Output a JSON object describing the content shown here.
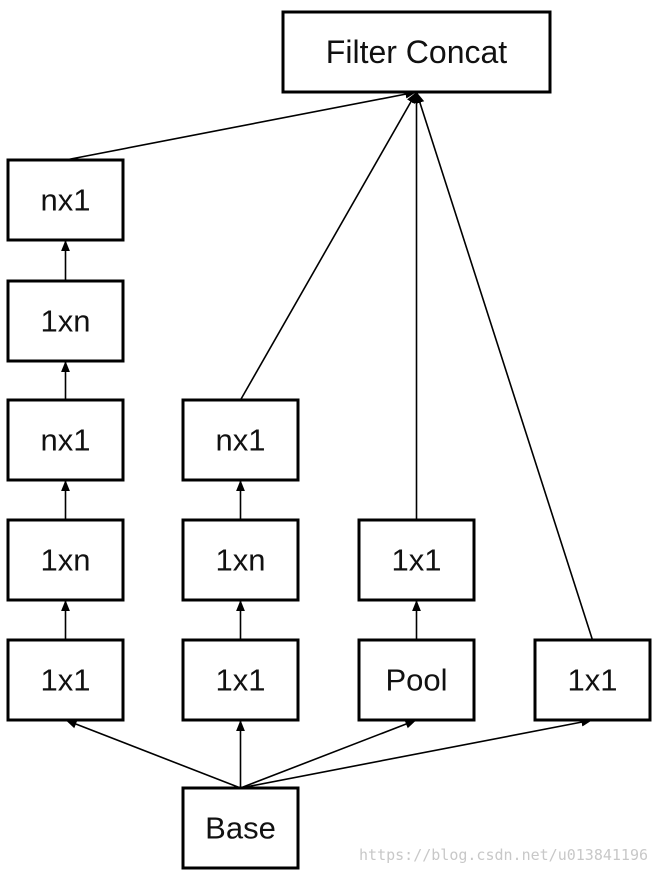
{
  "nodes": {
    "concat": {
      "label": "Filter Concat"
    },
    "base": {
      "label": "Base"
    },
    "b1_conv1x1": {
      "label": "1x1"
    },
    "b1_conv1xn_a": {
      "label": "1xn"
    },
    "b1_convnx1_a": {
      "label": "nx1"
    },
    "b1_conv1xn_b": {
      "label": "1xn"
    },
    "b1_convnx1_b": {
      "label": "nx1"
    },
    "b2_conv1x1": {
      "label": "1x1"
    },
    "b2_conv1xn": {
      "label": "1xn"
    },
    "b2_convnx1": {
      "label": "nx1"
    },
    "b3_pool": {
      "label": "Pool"
    },
    "b3_conv1x1": {
      "label": "1x1"
    },
    "b4_conv1x1": {
      "label": "1x1"
    }
  },
  "edges": [
    [
      "base",
      "b1_conv1x1"
    ],
    [
      "base",
      "b2_conv1x1"
    ],
    [
      "base",
      "b3_pool"
    ],
    [
      "base",
      "b4_conv1x1"
    ],
    [
      "b1_conv1x1",
      "b1_conv1xn_a"
    ],
    [
      "b1_conv1xn_a",
      "b1_convnx1_a"
    ],
    [
      "b1_convnx1_a",
      "b1_conv1xn_b"
    ],
    [
      "b1_conv1xn_b",
      "b1_convnx1_b"
    ],
    [
      "b1_convnx1_b",
      "concat"
    ],
    [
      "b2_conv1x1",
      "b2_conv1xn"
    ],
    [
      "b2_conv1xn",
      "b2_convnx1"
    ],
    [
      "b2_convnx1",
      "concat"
    ],
    [
      "b3_pool",
      "b3_conv1x1"
    ],
    [
      "b3_conv1x1",
      "concat"
    ],
    [
      "b4_conv1x1",
      "concat"
    ]
  ],
  "watermark": "https://blog.csdn.net/u013841196"
}
